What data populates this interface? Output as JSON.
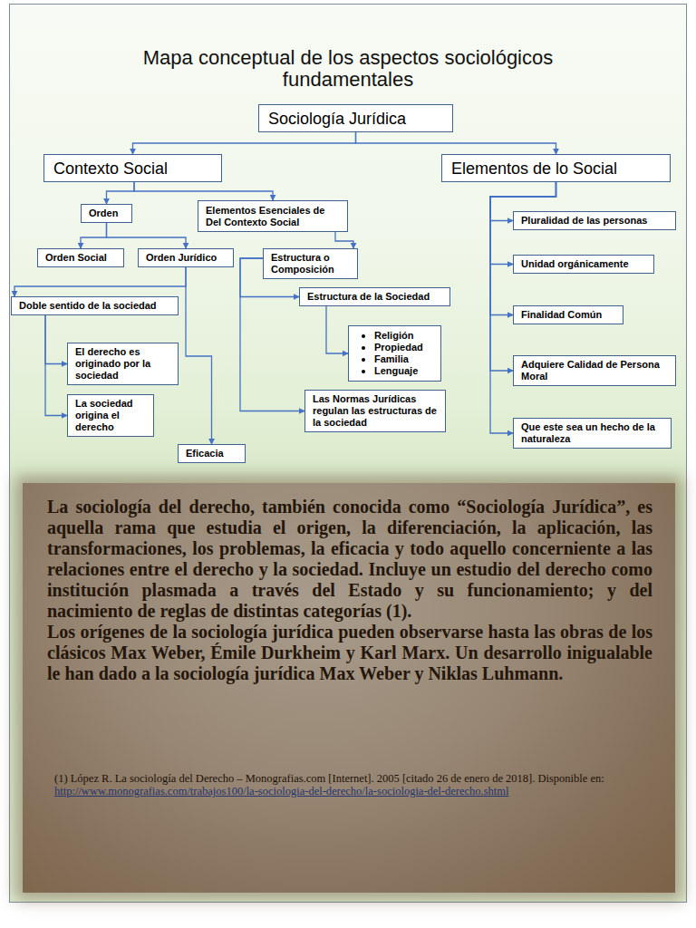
{
  "diagram": {
    "title": "Mapa conceptual de los aspectos sociológicos fundamentales",
    "nodes": [
      {
        "text": [
          "Sociología Jurídica"
        ]
      },
      {
        "text": [
          "Contexto Social"
        ]
      },
      {
        "text": [
          "Elementos de lo Social"
        ]
      },
      {
        "text": [
          "Orden"
        ]
      },
      {
        "text": [
          "Elementos Esenciales de Del Contexto Social"
        ]
      },
      {
        "text": [
          "Orden Social"
        ]
      },
      {
        "text": [
          "Orden Jurídico"
        ]
      },
      {
        "text": [
          "Estructura o Composición"
        ]
      },
      {
        "text": [
          "Doble sentido de la sociedad"
        ]
      },
      {
        "text": [
          "Estructura de la Sociedad"
        ]
      },
      {
        "text": [
          "Religión",
          "Propiedad",
          "Familia",
          "Lenguaje"
        ]
      },
      {
        "text": [
          "El derecho es originado por la sociedad"
        ]
      },
      {
        "text": [
          "La sociedad origina el derecho"
        ]
      },
      {
        "text": [
          "Las Normas Jurídicas regulan las estructuras de la sociedad"
        ]
      },
      {
        "text": [
          "Eficacia"
        ]
      },
      {
        "text": [
          "Pluralidad de las personas"
        ]
      },
      {
        "text": [
          "Unidad orgánicamente"
        ]
      },
      {
        "text": [
          "Finalidad Común"
        ]
      },
      {
        "text": [
          "Adquiere Calidad de Persona Moral"
        ]
      },
      {
        "text": [
          "Que este sea un hecho de la naturaleza"
        ]
      }
    ],
    "edges": [
      {
        "from": 0,
        "to": 1,
        "arrow": "to"
      },
      {
        "from": 0,
        "to": 2,
        "arrow": "to"
      },
      {
        "from": 1,
        "to": 3,
        "arrow": "to"
      },
      {
        "from": 1,
        "to": 4,
        "arrow": "to"
      },
      {
        "from": 3,
        "to": 5,
        "arrow": "to"
      },
      {
        "from": 3,
        "to": 6,
        "arrow": "to"
      },
      {
        "from": 4,
        "to": 7,
        "arrow": "to"
      },
      {
        "from": 6,
        "to": 8,
        "arrow": "to"
      },
      {
        "from": 6,
        "to": 14,
        "arrow": "to"
      },
      {
        "from": 8,
        "to": 11,
        "arrow": "to"
      },
      {
        "from": 8,
        "to": 12,
        "arrow": "to"
      },
      {
        "from": 7,
        "to": 9,
        "arrow": "to"
      },
      {
        "from": 7,
        "to": 13,
        "arrow": "to"
      },
      {
        "from": 9,
        "to": 10,
        "arrow": "to"
      },
      {
        "from": 2,
        "to": 15,
        "arrow": "to"
      },
      {
        "from": 2,
        "to": 16,
        "arrow": "to"
      },
      {
        "from": 2,
        "to": 17,
        "arrow": "to"
      },
      {
        "from": 2,
        "to": 18,
        "arrow": "to"
      },
      {
        "from": 2,
        "to": 19,
        "arrow": "to"
      }
    ],
    "labels": [
      "La sociología del derecho, también conocida como “Sociología Jurídica”, es aquella rama que estudia el origen, la diferenciación, la aplicación, las transformaciones, los problemas, la eficacia y todo aquello concerniente a las relaciones entre el derecho y la sociedad. Incluye un estudio del derecho como institución plasmada a través del Estado y su funcionamiento; y del nacimiento de reglas de distintas categorías (1).",
      "Los orígenes de la sociología jurídica pueden observarse hasta las obras de los clásicos Max Weber, Émile Durkheim y Karl Marx. Un desarrollo inigualable le han dado a la sociología jurídica Max Weber y Niklas Luhmann.",
      "(1) López R. La sociología del Derecho – Monografias.com [Internet]. 2005 [citado 26 de enero de 2018]. Disponible en:",
      "http://www.monografias.com/trabajos100/la-sociologia-del-derecho/la-sociologia-del-derecho.shtml"
    ]
  }
}
